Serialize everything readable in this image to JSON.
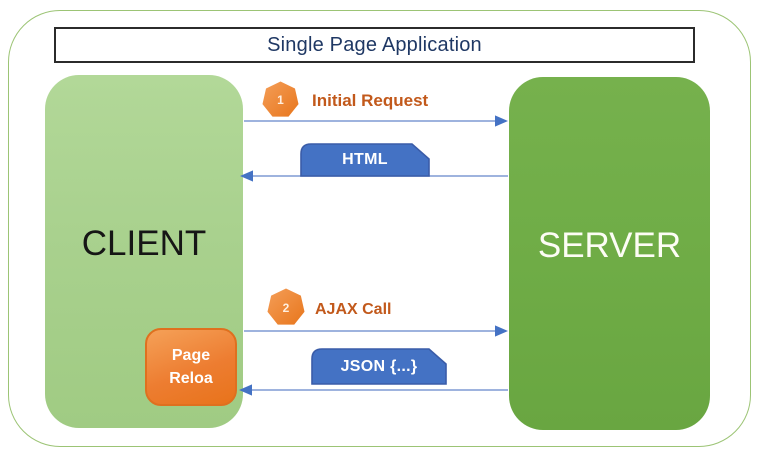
{
  "colors": {
    "frame_green": "#9CC475",
    "client_green": "#A9D18E",
    "server_green": "#70AD47",
    "accent_orange": "#ED7D31",
    "accent_orange_dark": "#DF701F",
    "label_orange": "#C2591B",
    "tag_blue": "#4472C4",
    "tag_blue_border": "#3A5CA8",
    "arrow_blue": "#7E9AD3",
    "arrowhead_blue": "#4472C4",
    "title_navy": "#1F3864"
  },
  "diagram": {
    "title": "Single Page Application",
    "client_label": "CLIENT",
    "server_label": "SERVER",
    "steps": [
      {
        "number": "1",
        "label": "Initial Request",
        "from": "client",
        "to": "server"
      },
      {
        "number": "2",
        "label": "AJAX Call",
        "from": "client",
        "to": "server"
      }
    ],
    "responses": [
      {
        "label": "HTML",
        "from": "server",
        "to": "client"
      },
      {
        "label": "JSON {...}",
        "from": "server",
        "to": "client"
      }
    ],
    "page_reload": {
      "line1": "Page",
      "line2": "Reloa"
    }
  }
}
